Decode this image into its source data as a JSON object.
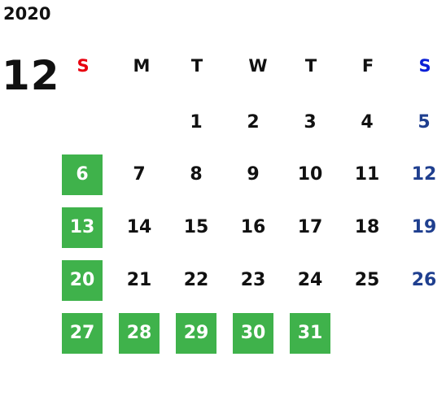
{
  "calendar": {
    "year": "2020",
    "month": "12",
    "weekdays": [
      {
        "label": "S",
        "color": "#e8000f"
      },
      {
        "label": "M",
        "color": "#111111"
      },
      {
        "label": "T",
        "color": "#111111"
      },
      {
        "label": "W",
        "color": "#111111"
      },
      {
        "label": "T",
        "color": "#111111"
      },
      {
        "label": "F",
        "color": "#111111"
      },
      {
        "label": "S",
        "color": "#0a1fd6"
      }
    ],
    "first_weekday_index": 2,
    "days_in_month": 31,
    "highlighted_days": [
      6,
      13,
      20,
      27,
      28,
      29,
      30,
      31
    ],
    "colors": {
      "highlight_bg": "#3fb24b",
      "highlight_text": "#ffffff",
      "saturday_text": "#1f3f8f",
      "normal_text": "#111111"
    }
  }
}
